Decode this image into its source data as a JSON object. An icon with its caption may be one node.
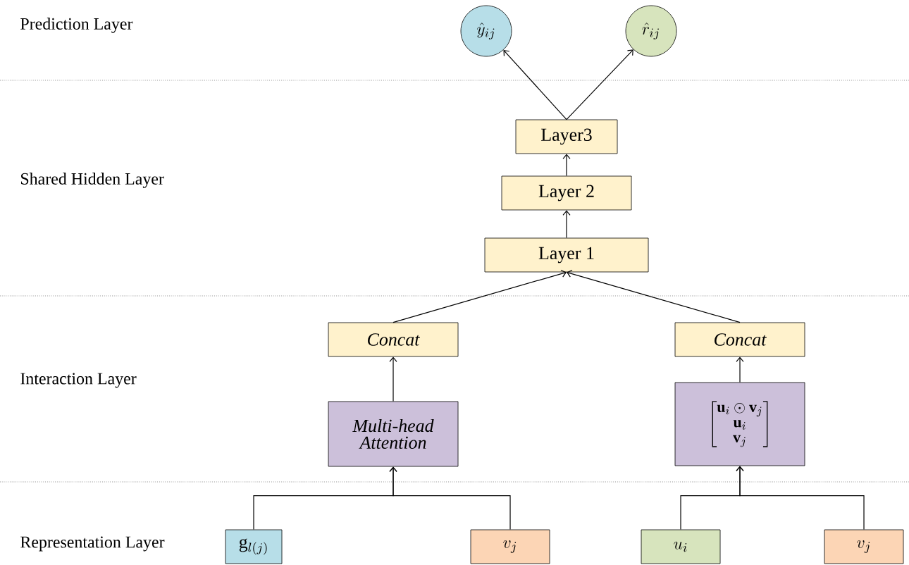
{
  "diagram": {
    "nodes": [
      {
        "text": [
          "\\hat{y}_{ij}"
        ]
      },
      {
        "text": [
          "\\hat{r}_{ij}"
        ]
      },
      {
        "text": [
          "Layer3"
        ]
      },
      {
        "text": [
          "Layer 2"
        ]
      },
      {
        "text": [
          "Layer 1"
        ]
      },
      {
        "text": [
          "Concat"
        ]
      },
      {
        "text": [
          "Concat"
        ]
      },
      {
        "text": [
          "Multi-head Attention"
        ]
      },
      {
        "text": [
          "\\begin{bmatrix}\\mathbf{u}_i \\odot \\mathbf{v}_j \\\\ \\mathbf{u}_i \\\\ \\mathbf{v}_j\\end{bmatrix}"
        ]
      },
      {
        "text": [
          "\\mathrm{g}_{l(j)}"
        ]
      },
      {
        "text": [
          "v_j"
        ]
      },
      {
        "text": [
          "u_i"
        ]
      },
      {
        "text": [
          "v_j"
        ]
      }
    ],
    "edges": [
      {
        "from": 2,
        "to": 0,
        "arrow": "to"
      },
      {
        "from": 2,
        "to": 1,
        "arrow": "to"
      },
      {
        "from": 3,
        "to": 2,
        "arrow": "to"
      },
      {
        "from": 4,
        "to": 3,
        "arrow": "to"
      },
      {
        "from": 5,
        "to": 4,
        "arrow": "to"
      },
      {
        "from": 6,
        "to": 4,
        "arrow": "to"
      },
      {
        "from": 7,
        "to": 5,
        "arrow": "to"
      },
      {
        "from": 8,
        "to": 6,
        "arrow": "to"
      },
      {
        "from": 9,
        "to": 7,
        "arrow": "to"
      },
      {
        "from": 10,
        "to": 7,
        "arrow": "to"
      },
      {
        "from": 11,
        "to": 8,
        "arrow": "to"
      },
      {
        "from": 12,
        "to": 8,
        "arrow": "to"
      }
    ],
    "labels": [
      "Prediction Layer",
      "Shared Hidden Layer",
      "Interaction Layer",
      "Representation Layer"
    ]
  }
}
